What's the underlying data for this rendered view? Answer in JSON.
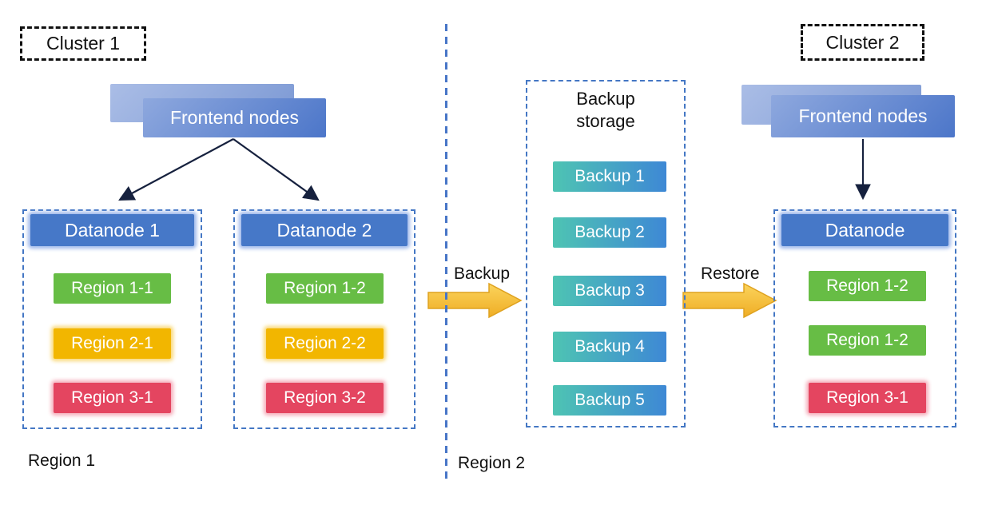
{
  "clusters": {
    "left": "Cluster 1",
    "right": "Cluster 2"
  },
  "frontend": {
    "left_label": "Frontend nodes",
    "right_label": "Frontend nodes"
  },
  "datanode1": {
    "title": "Datanode 1",
    "regions": [
      {
        "label": "Region 1-1",
        "color": "green"
      },
      {
        "label": "Region 2-1",
        "color": "yellow"
      },
      {
        "label": "Region 3-1",
        "color": "red"
      }
    ]
  },
  "datanode2": {
    "title": "Datanode 2",
    "regions": [
      {
        "label": "Region 1-2",
        "color": "green"
      },
      {
        "label": "Region 2-2",
        "color": "yellow"
      },
      {
        "label": "Region 3-2",
        "color": "red"
      }
    ]
  },
  "backup_storage": {
    "title": "Backup storage",
    "items": [
      {
        "label": "Backup 1"
      },
      {
        "label": "Backup 2"
      },
      {
        "label": "Backup 3"
      },
      {
        "label": "Backup 4"
      },
      {
        "label": "Backup 5"
      }
    ]
  },
  "datanode_right": {
    "title": "Datanode",
    "regions": [
      {
        "label": "Region 1-2",
        "color": "green"
      },
      {
        "label": "Region 1-2",
        "color": "green"
      },
      {
        "label": "Region 3-1",
        "color": "red"
      }
    ]
  },
  "flows": {
    "backup": "Backup",
    "restore": "Restore"
  },
  "zones": {
    "left": "Region 1",
    "right": "Region 2"
  },
  "colors": {
    "container_dash_blue": "#4477c4",
    "divider_blue": "#4775c7",
    "datanode_header_blue": "#4678c8",
    "region_green": "#67bd45",
    "region_yellow": "#f2b600",
    "region_red": "#e44560",
    "backup_teal": "#4ec4b3",
    "backup_blue": "#3e88d5",
    "flow_arrow_gold": "#f3bb33",
    "frontend_blue_light": "#8ea8de",
    "frontend_blue_dark": "#4c76c9"
  }
}
